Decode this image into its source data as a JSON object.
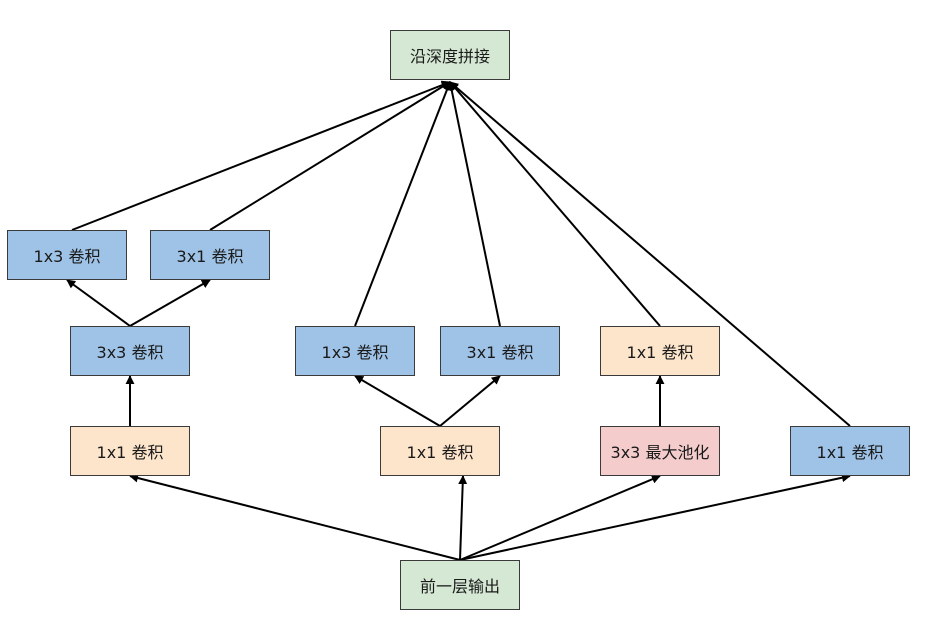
{
  "nodes": {
    "concat": "沿深度拼接",
    "b1_1x3": "1x3 卷积",
    "b1_3x1": "3x1 卷积",
    "b1_3x3": "3x3 卷积",
    "b1_1x1": "1x1 卷积",
    "b2_1x3": "1x3 卷积",
    "b2_3x1": "3x1 卷积",
    "b2_1x1": "1x1 卷积",
    "b3_1x1": "1x1 卷积",
    "b3_pool": "3x3 最大池化",
    "b4_1x1": "1x1 卷积",
    "input": "前一层输出"
  },
  "edges": [
    {
      "from": "input",
      "to": "b1_1x1"
    },
    {
      "from": "input",
      "to": "b2_1x1"
    },
    {
      "from": "input",
      "to": "b3_pool"
    },
    {
      "from": "input",
      "to": "b4_1x1"
    },
    {
      "from": "b1_1x1",
      "to": "b1_3x3"
    },
    {
      "from": "b1_3x3",
      "to": "b1_1x3"
    },
    {
      "from": "b1_3x3",
      "to": "b1_3x1"
    },
    {
      "from": "b2_1x1",
      "to": "b2_1x3"
    },
    {
      "from": "b2_1x1",
      "to": "b2_3x1"
    },
    {
      "from": "b3_pool",
      "to": "b3_1x1"
    },
    {
      "from": "b1_1x3",
      "to": "concat"
    },
    {
      "from": "b1_3x1",
      "to": "concat"
    },
    {
      "from": "b2_1x3",
      "to": "concat"
    },
    {
      "from": "b2_3x1",
      "to": "concat"
    },
    {
      "from": "b3_1x1",
      "to": "concat"
    },
    {
      "from": "b4_1x1",
      "to": "concat"
    }
  ],
  "colors": {
    "concat_input": "#d5e8d4",
    "conv_blue": "#9fc3e7",
    "conv_peach": "#fde5cc",
    "pool_pink": "#f4cccc",
    "stroke": "#000000"
  }
}
